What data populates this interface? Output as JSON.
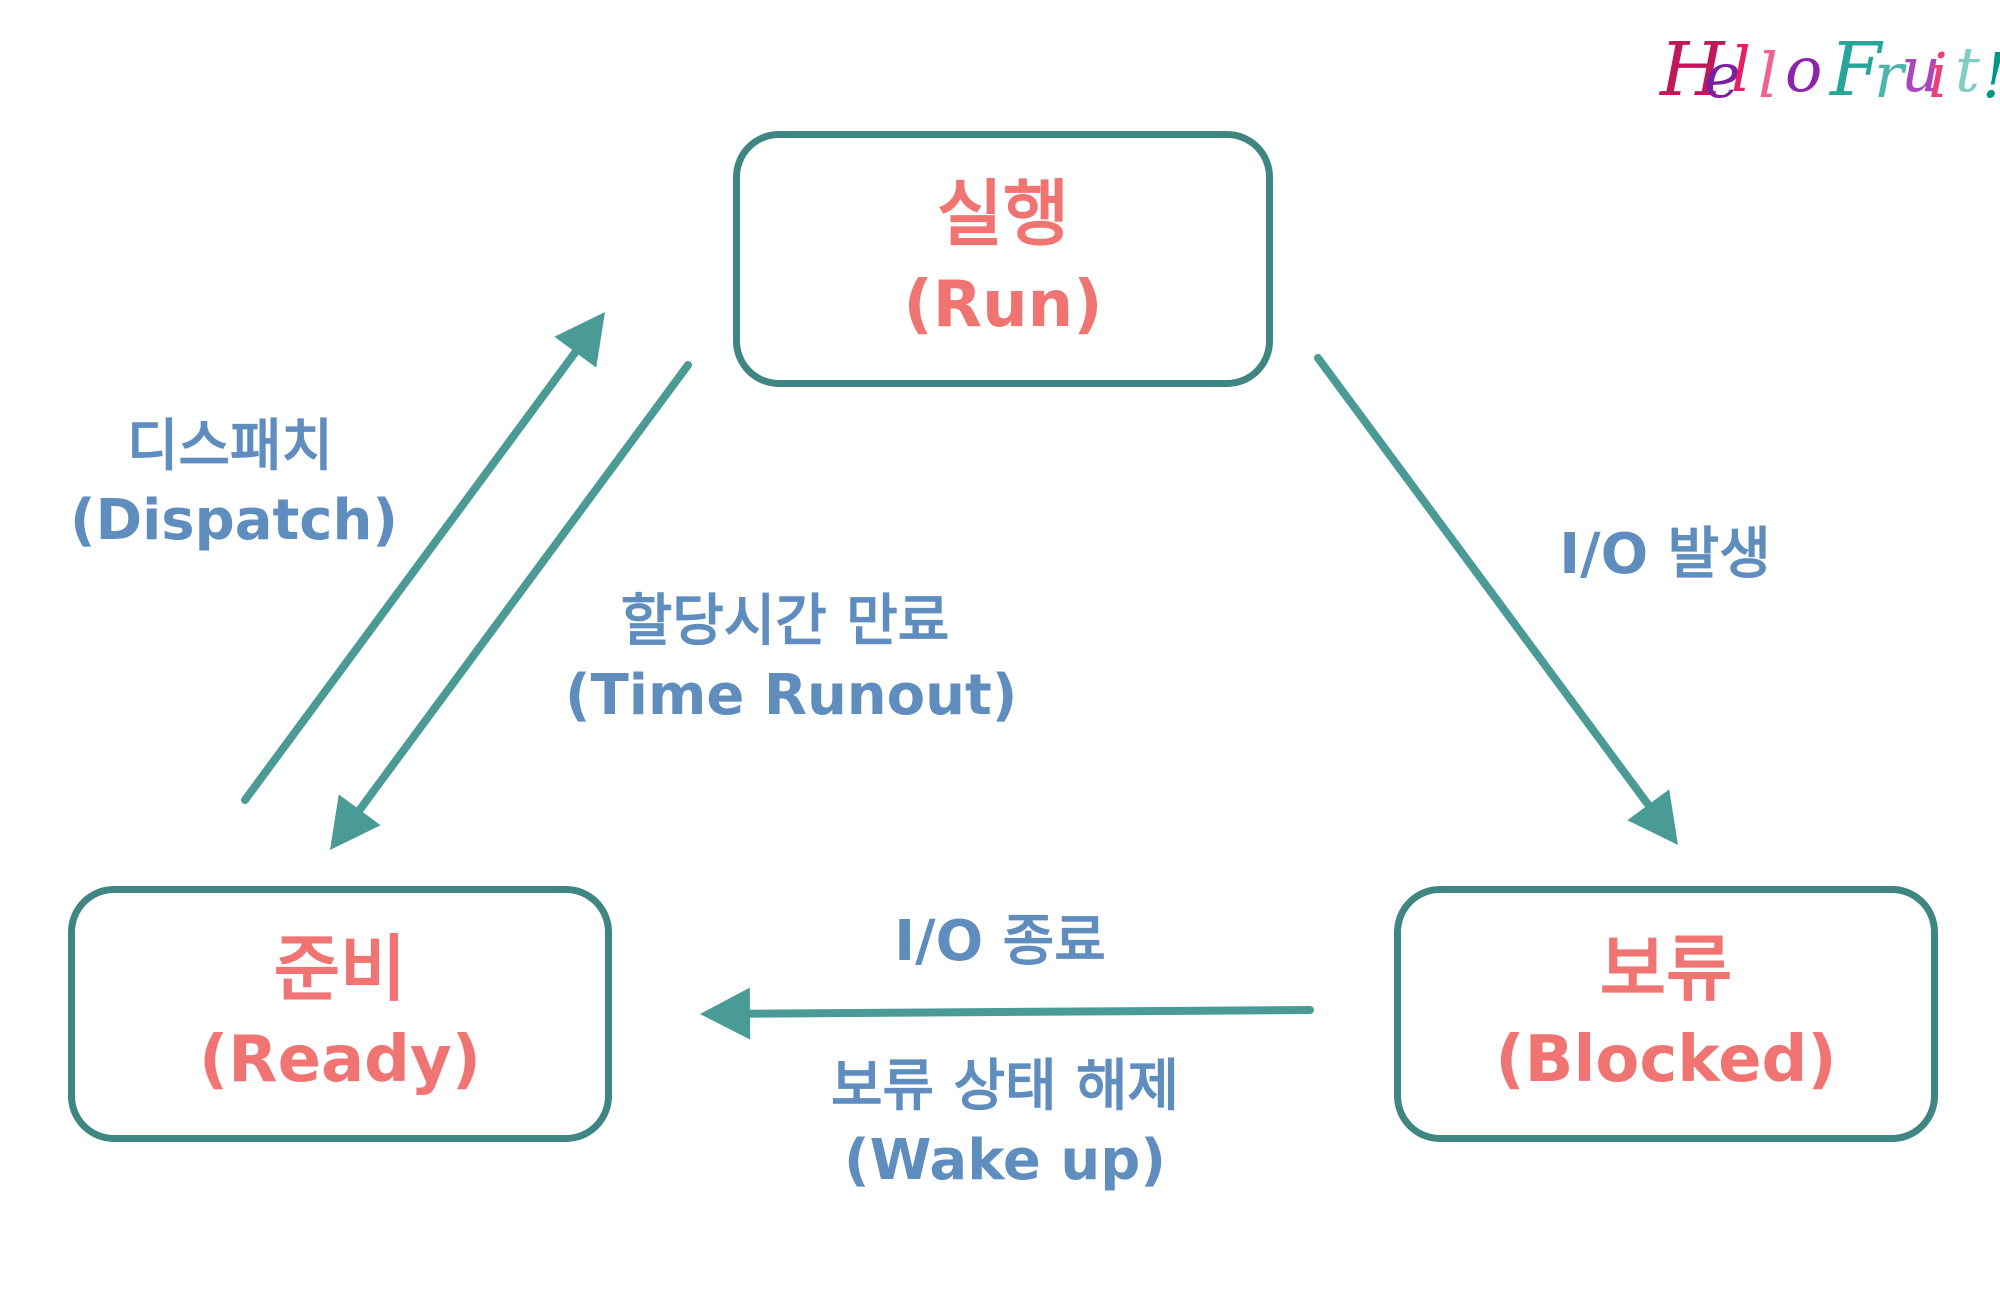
{
  "colors": {
    "box_border": "#3f8682",
    "arrow": "#4a9a96",
    "state_text": "#f07472",
    "label_text": "#5f8dbd"
  },
  "states": {
    "run": {
      "ko": "실행",
      "en": "(Run)"
    },
    "ready": {
      "ko": "준비",
      "en": "(Ready)"
    },
    "blocked": {
      "ko": "보류",
      "en": "(Blocked)"
    }
  },
  "transitions": {
    "dispatch": {
      "ko": "디스패치",
      "en": "(Dispatch)"
    },
    "time_runout": {
      "ko": "할당시간 만료",
      "en": "(Time Runout)"
    },
    "io_occur": {
      "ko": "I/O 발생"
    },
    "io_end": {
      "ko": "I/O 종료"
    },
    "wake_up": {
      "ko": "보류 상태 해제",
      "en": "(Wake up)"
    }
  },
  "logo": {
    "text": "Hello Fruit!"
  }
}
